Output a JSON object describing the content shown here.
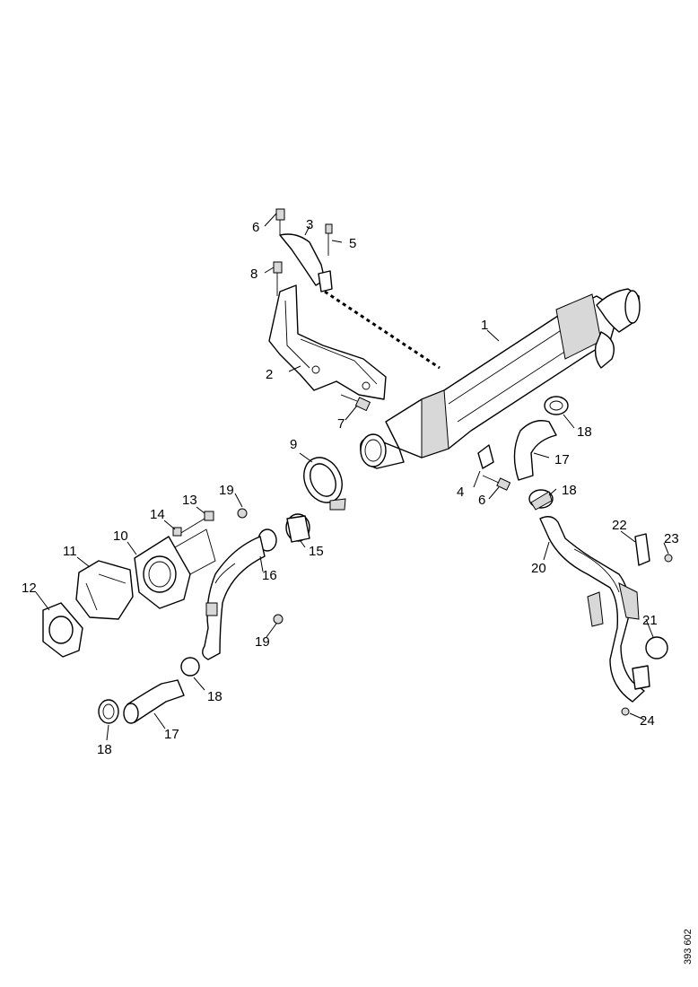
{
  "figure": {
    "document_id": "393 602",
    "callouts": [
      {
        "id": "c1",
        "text": "1"
      },
      {
        "id": "c2",
        "text": "2"
      },
      {
        "id": "c3",
        "text": "3"
      },
      {
        "id": "c4",
        "text": "4"
      },
      {
        "id": "c5",
        "text": "5"
      },
      {
        "id": "c6a",
        "text": "6"
      },
      {
        "id": "c6b",
        "text": "6"
      },
      {
        "id": "c7",
        "text": "7"
      },
      {
        "id": "c8",
        "text": "8"
      },
      {
        "id": "c9",
        "text": "9"
      },
      {
        "id": "c10",
        "text": "10"
      },
      {
        "id": "c11",
        "text": "11"
      },
      {
        "id": "c12",
        "text": "12"
      },
      {
        "id": "c13",
        "text": "13"
      },
      {
        "id": "c14",
        "text": "14"
      },
      {
        "id": "c15",
        "text": "15"
      },
      {
        "id": "c16",
        "text": "16"
      },
      {
        "id": "c17a",
        "text": "17"
      },
      {
        "id": "c17b",
        "text": "17"
      },
      {
        "id": "c18a",
        "text": "18"
      },
      {
        "id": "c18b",
        "text": "18"
      },
      {
        "id": "c18c",
        "text": "18"
      },
      {
        "id": "c18d",
        "text": "18"
      },
      {
        "id": "c19a",
        "text": "19"
      },
      {
        "id": "c19b",
        "text": "19"
      },
      {
        "id": "c20",
        "text": "20"
      },
      {
        "id": "c21",
        "text": "21"
      },
      {
        "id": "c22",
        "text": "22"
      },
      {
        "id": "c23",
        "text": "23"
      },
      {
        "id": "c24",
        "text": "24"
      }
    ]
  }
}
